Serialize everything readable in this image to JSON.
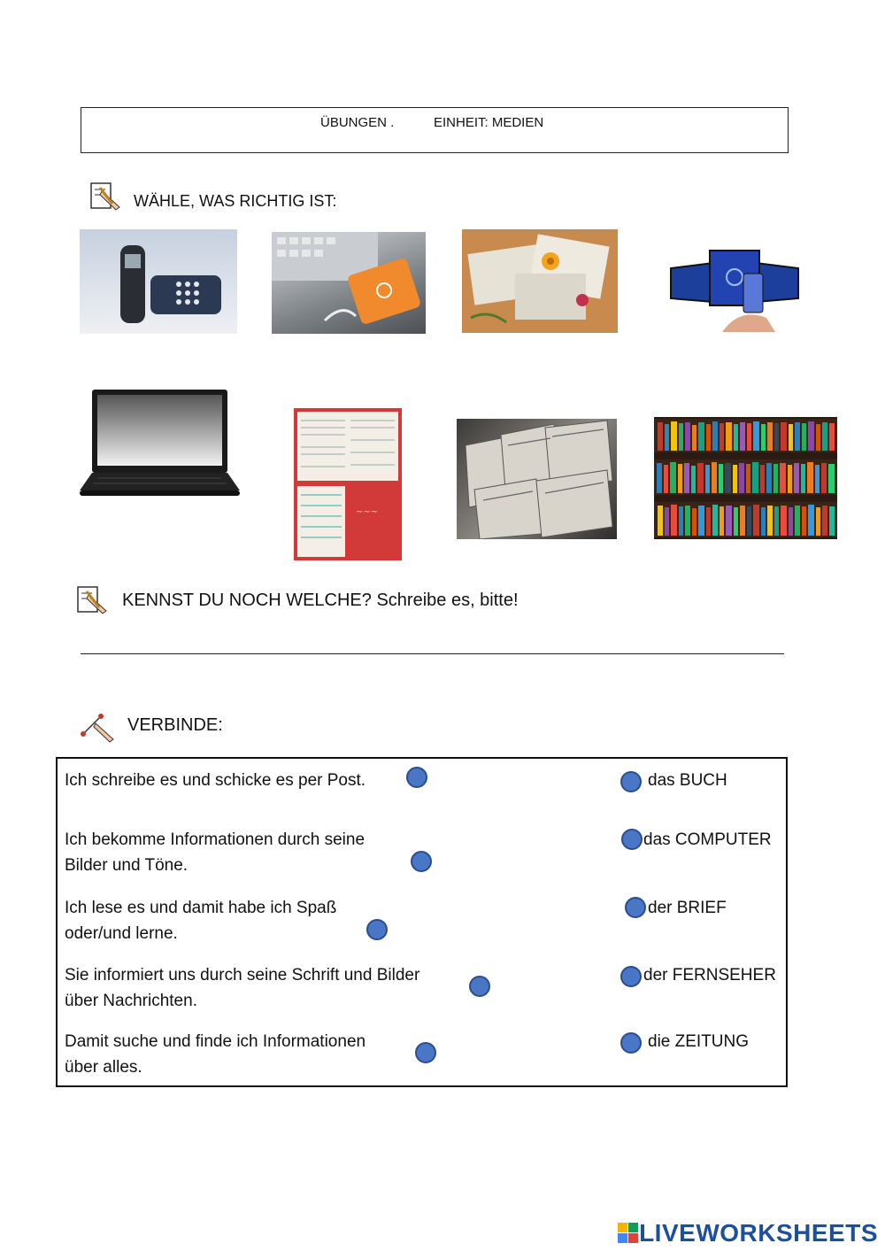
{
  "header": {
    "left": "ÜBUNGEN .",
    "right": "EINHEIT: MEDIEN"
  },
  "section1": {
    "icon": "pencil-hand-icon",
    "title": "WÄHLE, WAS RICHTIG IST:",
    "images": [
      "telephone",
      "smartphone-keyboard",
      "letters",
      "internet-devices",
      "laptop",
      "magazine",
      "newspapers",
      "bookshelf"
    ]
  },
  "section2": {
    "icon": "pencil-hand-icon",
    "title": "KENNST DU NOCH WELCHE? Schreibe es, bitte!"
  },
  "section3": {
    "icon": "connect-hand-icon",
    "title": "VERBINDE:",
    "sentences": [
      [
        "Ich schreibe es und schicke es per Post."
      ],
      [
        "Ich bekomme Informationen durch seine",
        "Bilder und Töne."
      ],
      [
        "Ich lese es und damit habe ich Spaß",
        "oder/und lerne."
      ],
      [
        "Sie informiert uns durch seine Schrift und Bilder",
        "über Nachrichten."
      ],
      [
        "Damit suche und finde ich Informationen",
        "über alles."
      ]
    ],
    "words": [
      "das BUCH",
      "das COMPUTER",
      "der BRIEF",
      "der FERNSEHER",
      "die ZEITUNG"
    ]
  },
  "footer": {
    "brand": "LIVEWORKSHEETS"
  },
  "colors": {
    "dot": "#4a76c6",
    "brand": "#1d4f9c"
  }
}
